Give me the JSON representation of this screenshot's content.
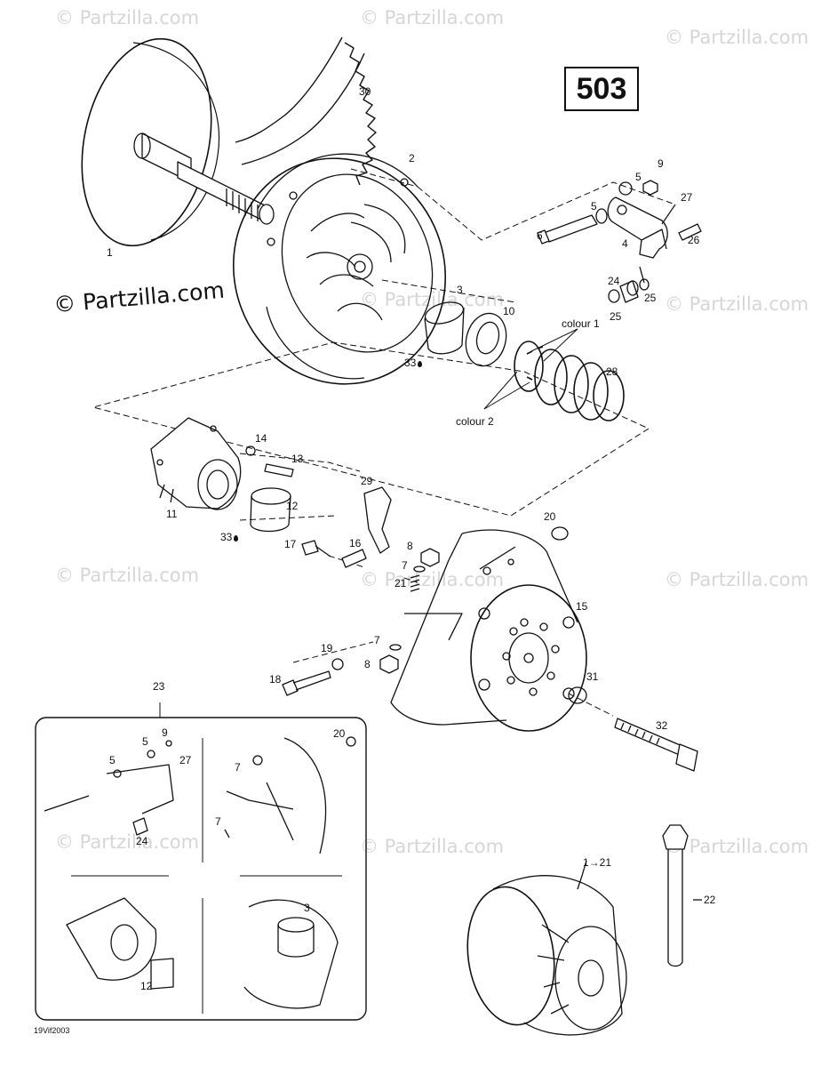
{
  "page_number": "503",
  "drawing_code": "19Vif2003",
  "watermark_main": "© Partzilla.com",
  "watermark_faint": "© Partzilla.com",
  "callouts": {
    "p1": "1",
    "p2": "2",
    "p3": "3",
    "p4": "4",
    "p5a": "5",
    "p5b": "5",
    "p6": "6",
    "p7a": "7",
    "p7b": "7",
    "p8a": "8",
    "p8b": "8",
    "p9": "9",
    "p10": "10",
    "p11": "11",
    "p12": "12",
    "p13": "13",
    "p14": "14",
    "p15": "15",
    "p16": "16",
    "p17": "17",
    "p18": "18",
    "p19": "19",
    "p20": "20",
    "p21": "21",
    "p22": "22",
    "p23": "23",
    "p24": "24",
    "p25a": "25",
    "p25b": "25",
    "p26": "26",
    "p27": "27",
    "p28": "28",
    "p29": "29",
    "p30": "30",
    "p31": "31",
    "p32": "32",
    "p33a": "33",
    "p33b": "33",
    "colour1": "colour 1",
    "colour2": "colour 2",
    "assembly": "1→21",
    "i5a": "5",
    "i5b": "5",
    "i9": "9",
    "i27": "27",
    "i24": "24",
    "i20": "20",
    "i7a": "7",
    "i7b": "7",
    "i3": "3",
    "i12": "12"
  }
}
